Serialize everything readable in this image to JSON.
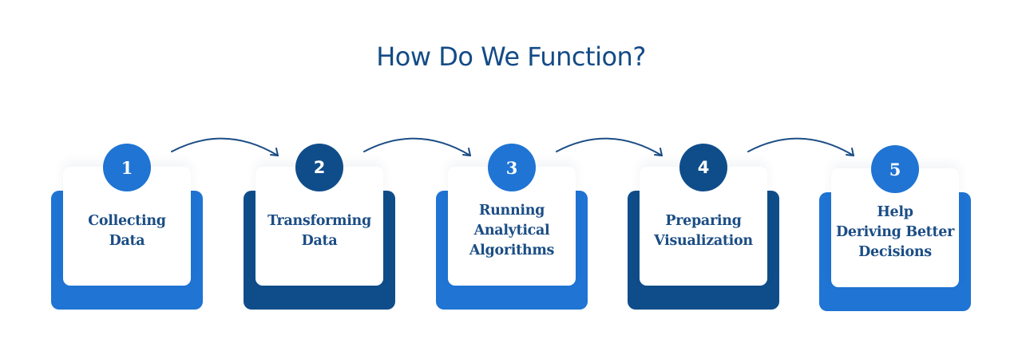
{
  "title": "How Do We Function?",
  "colors": {
    "light": "#1f74d4",
    "dark": "#0f4d8a",
    "title": "#134b86",
    "label": "#1b4d85",
    "arrow": "#1b4d85"
  },
  "steps": [
    {
      "number": "1",
      "label": "Collecting\nData",
      "theme": "light"
    },
    {
      "number": "2",
      "label": "Transforming\nData",
      "theme": "dark"
    },
    {
      "number": "3",
      "label": "Running\nAnalytical\nAlgorithms",
      "theme": "light"
    },
    {
      "number": "4",
      "label": "Preparing\nVisualization",
      "theme": "dark"
    },
    {
      "number": "5",
      "label": "Help\nDeriving Better\nDecisions",
      "theme": "light"
    }
  ],
  "connectors": [
    {
      "from": "1",
      "to": "2",
      "icon": "curved-arrow-icon"
    },
    {
      "from": "2",
      "to": "3",
      "icon": "curved-arrow-icon"
    },
    {
      "from": "3",
      "to": "4",
      "icon": "curved-arrow-icon"
    },
    {
      "from": "4",
      "to": "5",
      "icon": "curved-arrow-icon"
    }
  ]
}
